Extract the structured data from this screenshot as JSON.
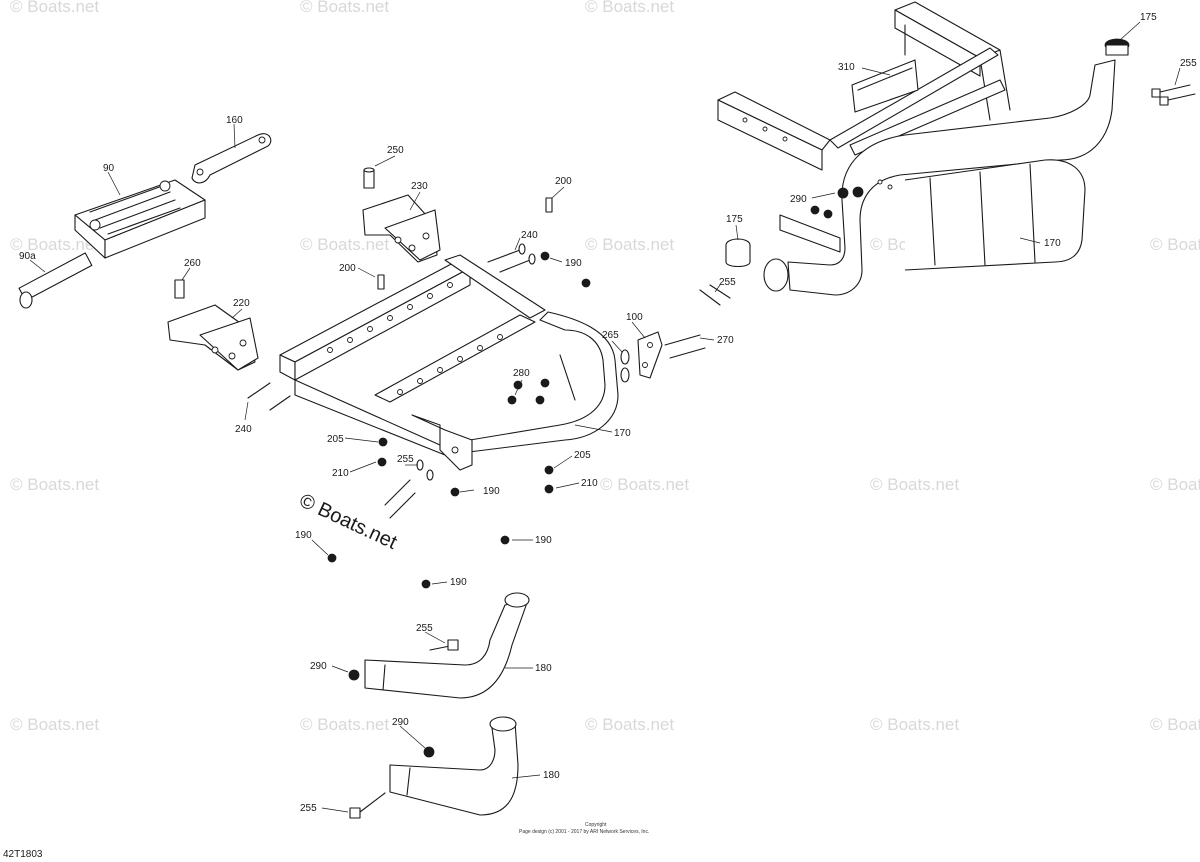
{
  "watermark": {
    "text": "© Boats.net",
    "main_text": "© Boats.net"
  },
  "callouts": [
    "175",
    "310",
    "255",
    "290",
    "170",
    "160",
    "90",
    "250",
    "230",
    "200",
    "90a",
    "260",
    "240",
    "190",
    "220",
    "200",
    "175",
    "255",
    "100",
    "265",
    "270",
    "280",
    "170",
    "240",
    "205",
    "210",
    "255",
    "190",
    "205",
    "210",
    "190",
    "190",
    "190",
    "255",
    "290",
    "180",
    "290",
    "180",
    "255"
  ],
  "copyright": {
    "line1": "Copyright",
    "line2": "Page design (c) 2001 - 2017 by ARI Network Services, Inc."
  },
  "diagram_code": "42T1803"
}
